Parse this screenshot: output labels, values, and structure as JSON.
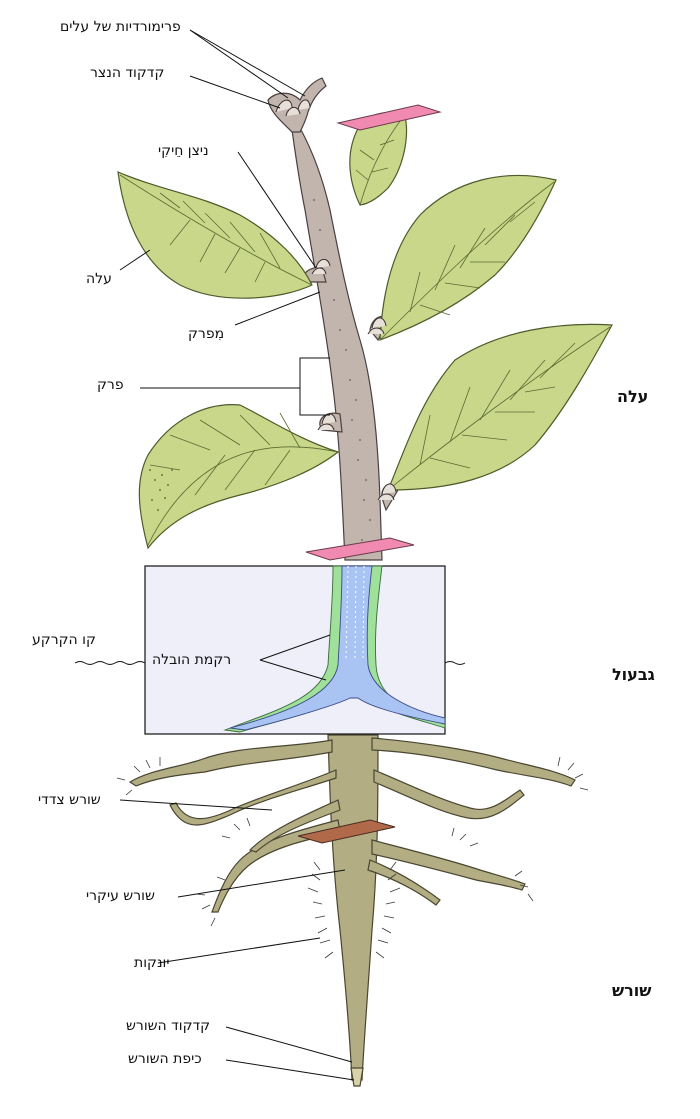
{
  "labels": {
    "leaf_primordia": "פרימורדיות של עלים",
    "shoot_apex": "קדקוד הנצר",
    "axillary_bud": "ניצן חֵיקִי",
    "leaf": "עלה",
    "node": "מִפרק",
    "internode": "פרק",
    "ground_line": "קו הקרקע",
    "vascular_tissue": "רקמת הובלה",
    "lateral_root": "שורש צדדי",
    "main_root": "שורש עיקרי",
    "root_hairs": "יונקות",
    "root_apex": "קדקוד השורש",
    "root_cap": "כיפת השורש"
  },
  "zones": {
    "shoot": "עלה",
    "stem": "גבעול",
    "root": "שורש"
  },
  "colors": {
    "leaf_fill": "#c9d78a",
    "stem_fill": "#c2b5ad",
    "root_fill": "#b3ad84",
    "section_pink": "#f08ab0",
    "section_brown": "#b06a4a",
    "vascular_blue": "#a9c4f2",
    "vascular_green": "#9fe09a",
    "box_fill": "#eeeff8"
  }
}
